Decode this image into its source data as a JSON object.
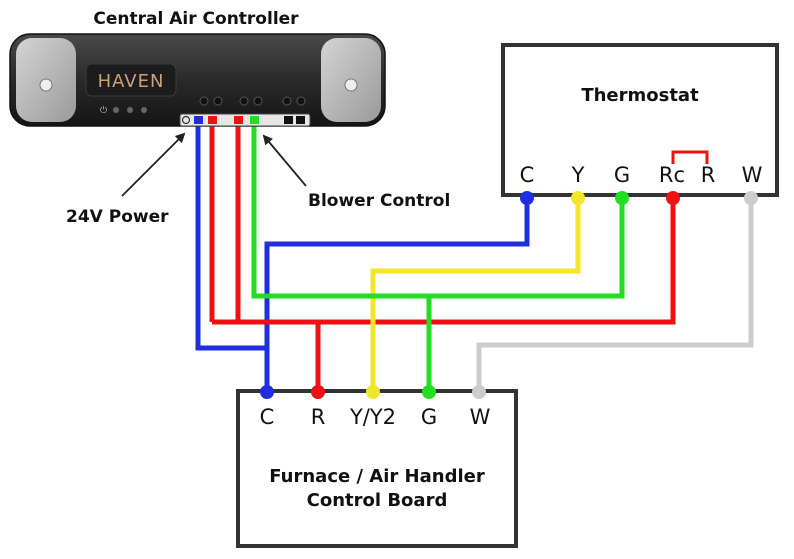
{
  "controller": {
    "title": "Central Air Controller",
    "brand": "HAVEN",
    "label_power": "24V Power",
    "label_blower": "Blower Control"
  },
  "thermostat": {
    "title": "Thermostat",
    "terminals": [
      "C",
      "Y",
      "G",
      "Rc",
      "R",
      "W"
    ]
  },
  "furnace": {
    "title_line1": "Furnace / Air Handler",
    "title_line2": "Control Board",
    "terminals": [
      "C",
      "R",
      "Y/Y2",
      "G",
      "W"
    ]
  },
  "colors": {
    "common": "#1f2fe0",
    "power": "#ee1111",
    "cooling": "#f2e62a",
    "fan": "#22dd22",
    "heat": "#cccccc",
    "jumper": "#ee1111"
  }
}
